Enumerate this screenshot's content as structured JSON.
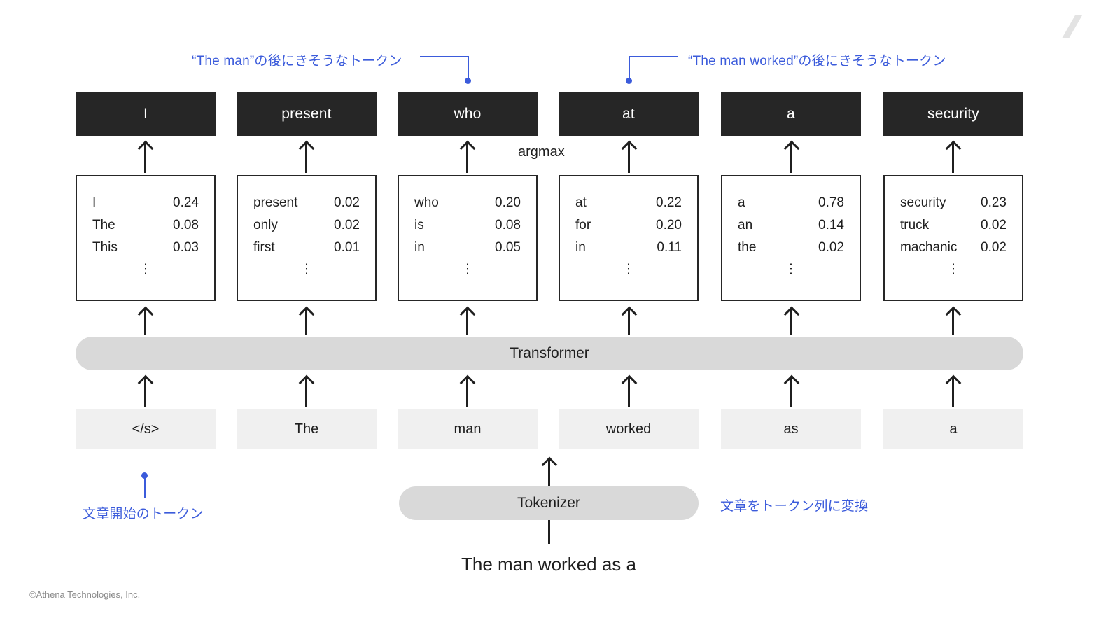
{
  "logo": {
    "name": "athena-logo-mark",
    "color": "#e3e3e3"
  },
  "colors": {
    "accent_blue": "#3b5bdb",
    "output_box_bg": "#262626",
    "input_box_bg": "#f0f0f0",
    "bar_bg": "#d9d9d9",
    "text": "#1f1f1f",
    "footer_text": "#8a8a8a"
  },
  "labels": {
    "argmax": "argmax",
    "transformer": "Transformer",
    "tokenizer": "Tokenizer",
    "sentence": "The man worked as a",
    "footer": "©Athena Technologies, Inc.",
    "ellipsis": "⋮"
  },
  "annotations": [
    {
      "id": "after-the-man",
      "text": "“The man”の後にきそうなトークン"
    },
    {
      "id": "after-the-man-worked",
      "text": "“The man worked”の後にきそうなトークン"
    },
    {
      "id": "start-of-sentence",
      "text": "文章開始のトークン"
    },
    {
      "id": "to-token-sequence",
      "text": "文章をトークン列に変換"
    }
  ],
  "columns": [
    {
      "output_token": "I",
      "input_token": "</s>",
      "distribution": [
        {
          "token": "I",
          "prob": "0.24"
        },
        {
          "token": "The",
          "prob": "0.08"
        },
        {
          "token": "This",
          "prob": "0.03"
        }
      ]
    },
    {
      "output_token": "present",
      "input_token": "The",
      "distribution": [
        {
          "token": "present",
          "prob": "0.02"
        },
        {
          "token": "only",
          "prob": "0.02"
        },
        {
          "token": "first",
          "prob": "0.01"
        }
      ]
    },
    {
      "output_token": "who",
      "input_token": "man",
      "distribution": [
        {
          "token": "who",
          "prob": "0.20"
        },
        {
          "token": "is",
          "prob": "0.08"
        },
        {
          "token": "in",
          "prob": "0.05"
        }
      ]
    },
    {
      "output_token": "at",
      "input_token": "worked",
      "distribution": [
        {
          "token": "at",
          "prob": "0.22"
        },
        {
          "token": "for",
          "prob": "0.20"
        },
        {
          "token": "in",
          "prob": "0.11"
        }
      ]
    },
    {
      "output_token": "a",
      "input_token": "as",
      "distribution": [
        {
          "token": "a",
          "prob": "0.78"
        },
        {
          "token": "an",
          "prob": "0.14"
        },
        {
          "token": "the",
          "prob": "0.02"
        }
      ]
    },
    {
      "output_token": "security",
      "input_token": "a",
      "distribution": [
        {
          "token": "security",
          "prob": "0.23"
        },
        {
          "token": "truck",
          "prob": "0.02"
        },
        {
          "token": "machanic",
          "prob": "0.02"
        }
      ]
    }
  ]
}
